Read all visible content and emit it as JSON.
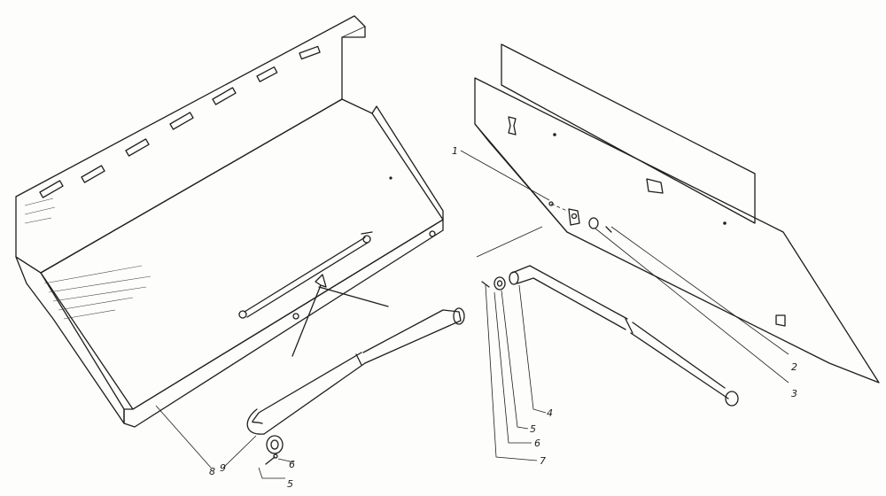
{
  "callouts": [
    {
      "id": "c1",
      "text": "1"
    },
    {
      "id": "c2",
      "text": "2"
    },
    {
      "id": "c3",
      "text": "3"
    },
    {
      "id": "c4",
      "text": "4"
    },
    {
      "id": "c5r",
      "text": "5"
    },
    {
      "id": "c6r",
      "text": "6"
    },
    {
      "id": "c7",
      "text": "7"
    },
    {
      "id": "c8",
      "text": "8"
    },
    {
      "id": "c9",
      "text": "9"
    },
    {
      "id": "c6l",
      "text": "6"
    },
    {
      "id": "c5l",
      "text": "5"
    }
  ]
}
